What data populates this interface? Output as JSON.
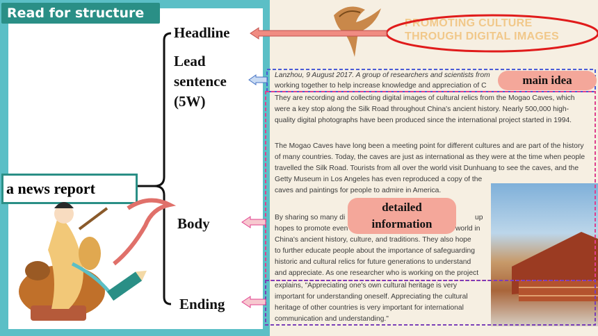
{
  "slide_title": "Read for structure",
  "root_label": "a news report",
  "structure_labels": {
    "headline": "Headline",
    "lead_line1": "Lead",
    "lead_line2": "sentence",
    "lead_line3": "(5W)",
    "body": "Body",
    "ending": "Ending"
  },
  "annotations": {
    "main_idea": "main idea",
    "detailed_line1": "detailed",
    "detailed_line2": "information"
  },
  "article": {
    "headline_line1": "PROMOTING CULTURE",
    "headline_line2": "THROUGH DIGITAL IMAGES",
    "lead_l1": "Lanzhou, 9 August 2017. A group of researchers and scientists from",
    "lead_l2": "working together to help increase knowledge and appreciation of C",
    "p1_l1": "They are recording and collecting digital images of cultural relics from the Mogao Caves, which",
    "p1_l2": "were a key stop along the Silk Road throughout China's ancient history. Nearly 500,000 high-",
    "p1_l3": "quality digital photographs have been produced since the international project started in 1994.",
    "p2_l1": "The Mogao Caves have long been a meeting point for different cultures and are part of the history",
    "p2_l2": "of many countries. Today, the caves are just as international as they were at the time when people",
    "p2_l3": "travelled the Silk Road. Tourists from all over the world visit Dunhuang to see the caves, and the",
    "p2_l4": "Getty Museum in Los Angeles has even reproduced a copy of the",
    "p2_l5": "caves and paintings for people to admire in America.",
    "p3_l1a": "By sharing so many di",
    "p3_l1b": "up",
    "p3_l2a": "hopes to promote even wi",
    "p3_l2b": "world in",
    "p3_l3": "China's ancient history, culture, and traditions. They also hope",
    "p3_l4": "to further educate people about the importance of safeguarding",
    "p3_l5": "historic and cultural relics for future generations to understand",
    "p3_l6": "and appreciate. As one researcher who is working on the project",
    "end_l1": "explains, \"Appreciating one's own cultural heritage is very",
    "end_l2": "important for understanding oneself. Appreciating the cultural",
    "end_l3": "heritage of other countries is very important for international",
    "end_l4": "communication and understanding.\""
  },
  "colors": {
    "teal": "#2a8f86",
    "frame": "#5bbfc6",
    "headline_arrow": "#f08c82",
    "lead_arrow": "#c9dbf3",
    "body_arrow": "#f7c8cf",
    "red_oval": "#e01b1b",
    "lead_box": "#4b5bd6",
    "body_box": "#e0408e",
    "end_box": "#7a3fb8"
  }
}
